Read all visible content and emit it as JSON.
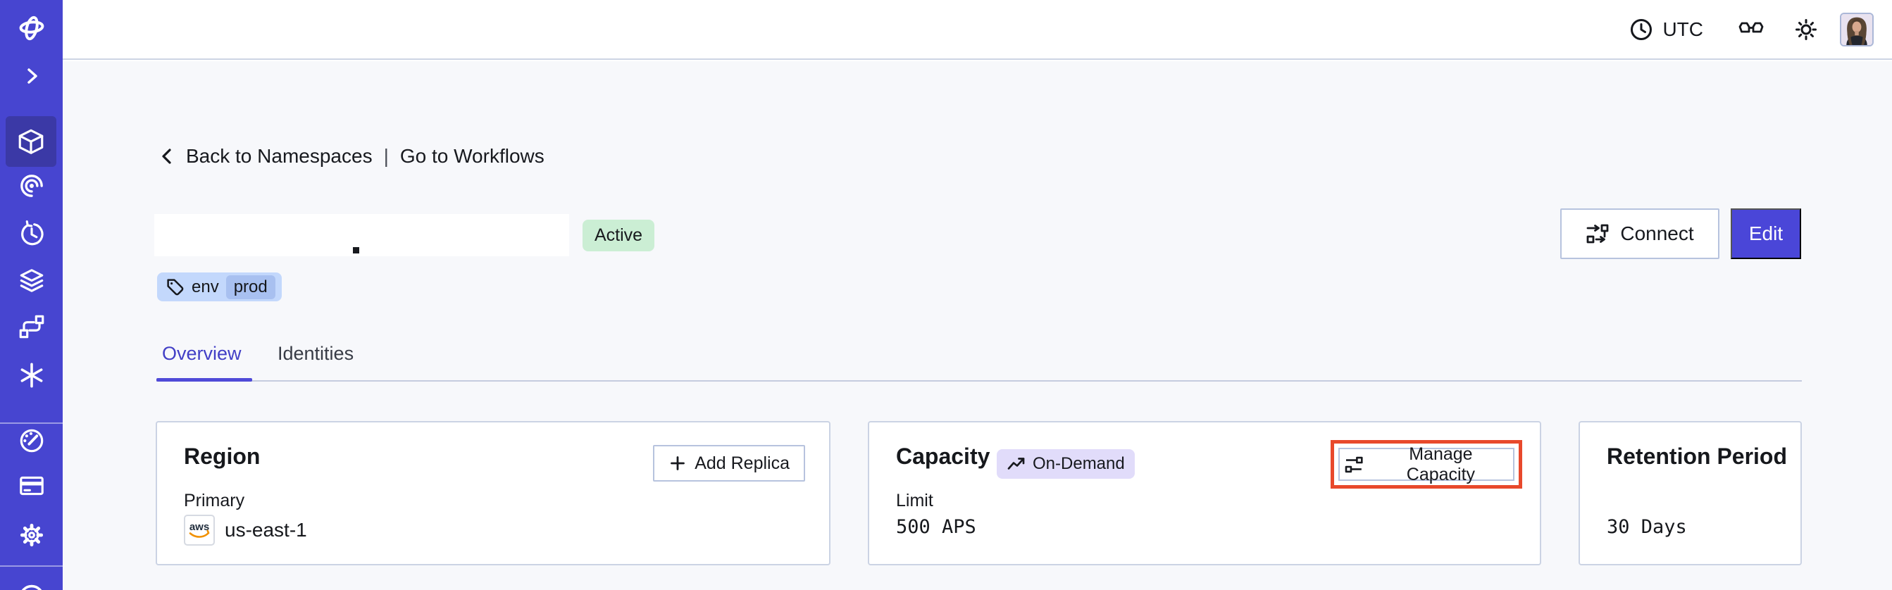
{
  "topbar": {
    "timezone_label": "UTC"
  },
  "breadcrumb": {
    "back_label": "Back to Namespaces",
    "separator": "|",
    "workflows_label": "Go to Workflows"
  },
  "namespace": {
    "status_badge": "Active",
    "tag": {
      "key": "env",
      "value": "prod"
    }
  },
  "header_actions": {
    "connect_label": "Connect",
    "edit_label": "Edit"
  },
  "tabs": [
    {
      "label": "Overview",
      "active": true
    },
    {
      "label": "Identities",
      "active": false
    }
  ],
  "cards": {
    "region": {
      "title": "Region",
      "add_replica_label": "Add Replica",
      "primary_label": "Primary",
      "provider": "aws",
      "region_value": "us-east-1"
    },
    "capacity": {
      "title": "Capacity",
      "mode_badge": "On-Demand",
      "manage_label": "Manage Capacity",
      "limit_label": "Limit",
      "limit_value": "500 APS"
    },
    "retention": {
      "title": "Retention Period",
      "value": "30 Days"
    }
  },
  "sidebar": {
    "items": [
      {
        "icon": "temporal-logo-icon"
      },
      {
        "icon": "expand-chevron-icon"
      },
      {
        "icon": "namespaces-cube-icon",
        "active": true
      },
      {
        "icon": "workflows-spiral-icon"
      },
      {
        "icon": "schedules-clock-icon"
      },
      {
        "icon": "deployments-layers-icon"
      },
      {
        "icon": "pipeline-icon"
      },
      {
        "icon": "nexus-asterisk-icon"
      },
      {
        "icon": "usage-gauge-icon"
      },
      {
        "icon": "billing-card-icon"
      },
      {
        "icon": "settings-gear-icon"
      },
      {
        "icon": "help-circle-icon"
      }
    ]
  },
  "colors": {
    "sidebar": "#4745d0",
    "sidebar_active": "#3b39a6",
    "accent": "#4a46d8",
    "status_active_bg": "#cbeed4",
    "tag_bg": "#c3d8fc",
    "tag_inner_bg": "#a8c0f0",
    "ondemand_bg": "#e1dcfa",
    "annotation_red": "#e8492c",
    "aws_orange": "#f19100"
  }
}
